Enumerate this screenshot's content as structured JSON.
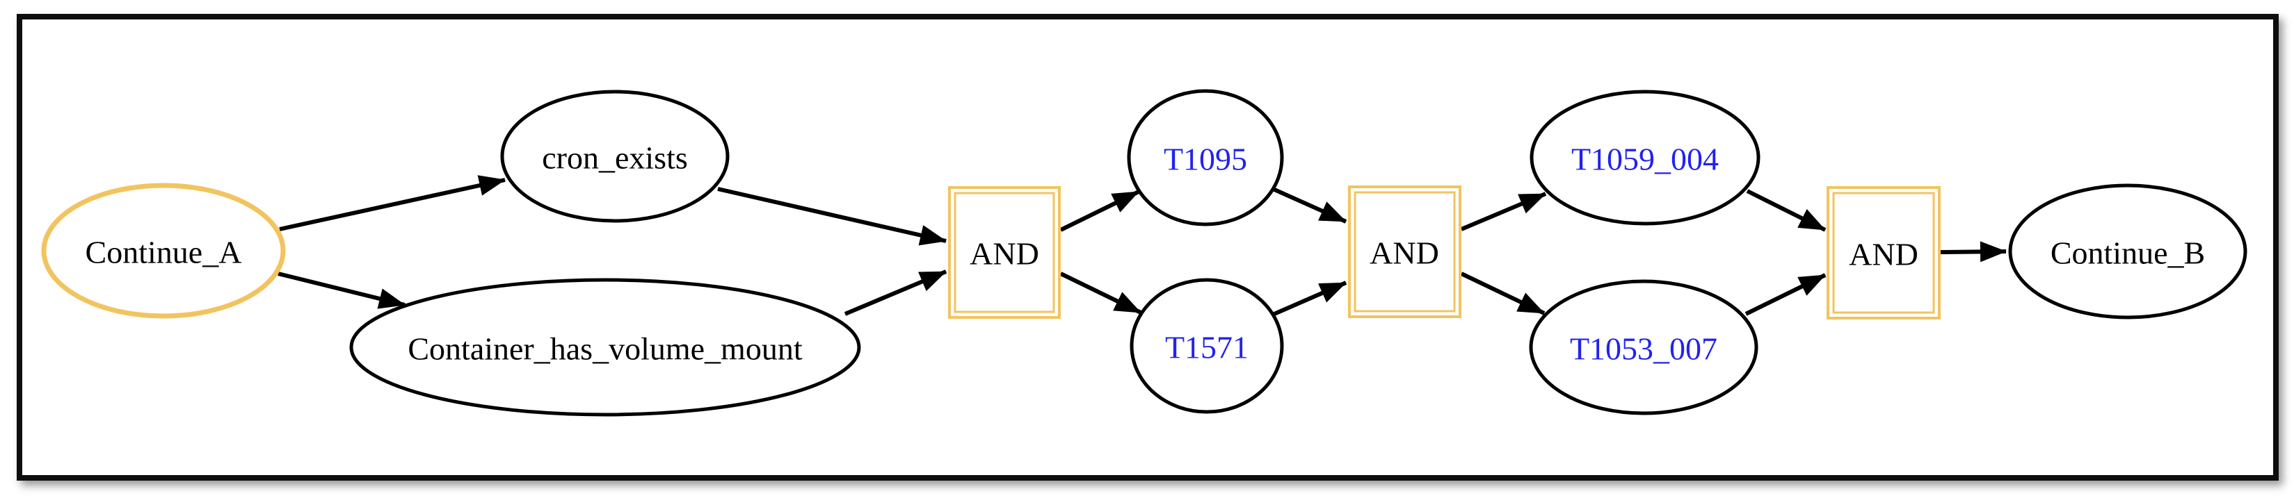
{
  "diagram": {
    "type": "attack-graph",
    "colors": {
      "highlight_border": "#f2c45f",
      "node_border": "#000000",
      "technique_text": "#2222ee",
      "edge": "#000000",
      "frame_border": "#080808",
      "background": "#ffffff"
    },
    "nodes": {
      "continue_a": {
        "label": "Continue_A",
        "kind": "continue-node",
        "border_color": "#f2c45f",
        "text_color": "#000000"
      },
      "cron_exists": {
        "label": "cron_exists",
        "kind": "condition-node",
        "border_color": "#000000",
        "text_color": "#000000"
      },
      "container_has_volume_mount": {
        "label": "Container_has_volume_mount",
        "kind": "condition-node",
        "border_color": "#000000",
        "text_color": "#000000"
      },
      "and1": {
        "label": "AND",
        "kind": "and-gate",
        "border_color": "#f2c45f",
        "text_color": "#000000"
      },
      "t1095": {
        "label": "T1095",
        "kind": "technique-node",
        "border_color": "#000000",
        "text_color": "#2222ee"
      },
      "t1571": {
        "label": "T1571",
        "kind": "technique-node",
        "border_color": "#000000",
        "text_color": "#2222ee"
      },
      "and2": {
        "label": "AND",
        "kind": "and-gate",
        "border_color": "#f2c45f",
        "text_color": "#000000"
      },
      "t1059_004": {
        "label": "T1059_004",
        "kind": "technique-node",
        "border_color": "#000000",
        "text_color": "#2222ee"
      },
      "t1053_007": {
        "label": "T1053_007",
        "kind": "technique-node",
        "border_color": "#000000",
        "text_color": "#2222ee"
      },
      "and3": {
        "label": "AND",
        "kind": "and-gate",
        "border_color": "#f2c45f",
        "text_color": "#000000"
      },
      "continue_b": {
        "label": "Continue_B",
        "kind": "continue-node",
        "border_color": "#000000",
        "text_color": "#000000"
      }
    },
    "edges": [
      {
        "from": "Continue_A",
        "to": "cron_exists"
      },
      {
        "from": "Continue_A",
        "to": "Container_has_volume_mount"
      },
      {
        "from": "cron_exists",
        "to": "AND-1"
      },
      {
        "from": "Container_has_volume_mount",
        "to": "AND-1"
      },
      {
        "from": "AND-1",
        "to": "T1095"
      },
      {
        "from": "AND-1",
        "to": "T1571"
      },
      {
        "from": "T1095",
        "to": "AND-2"
      },
      {
        "from": "T1571",
        "to": "AND-2"
      },
      {
        "from": "AND-2",
        "to": "T1059_004"
      },
      {
        "from": "AND-2",
        "to": "T1053_007"
      },
      {
        "from": "T1059_004",
        "to": "AND-3"
      },
      {
        "from": "T1053_007",
        "to": "AND-3"
      },
      {
        "from": "AND-3",
        "to": "Continue_B"
      }
    ]
  }
}
